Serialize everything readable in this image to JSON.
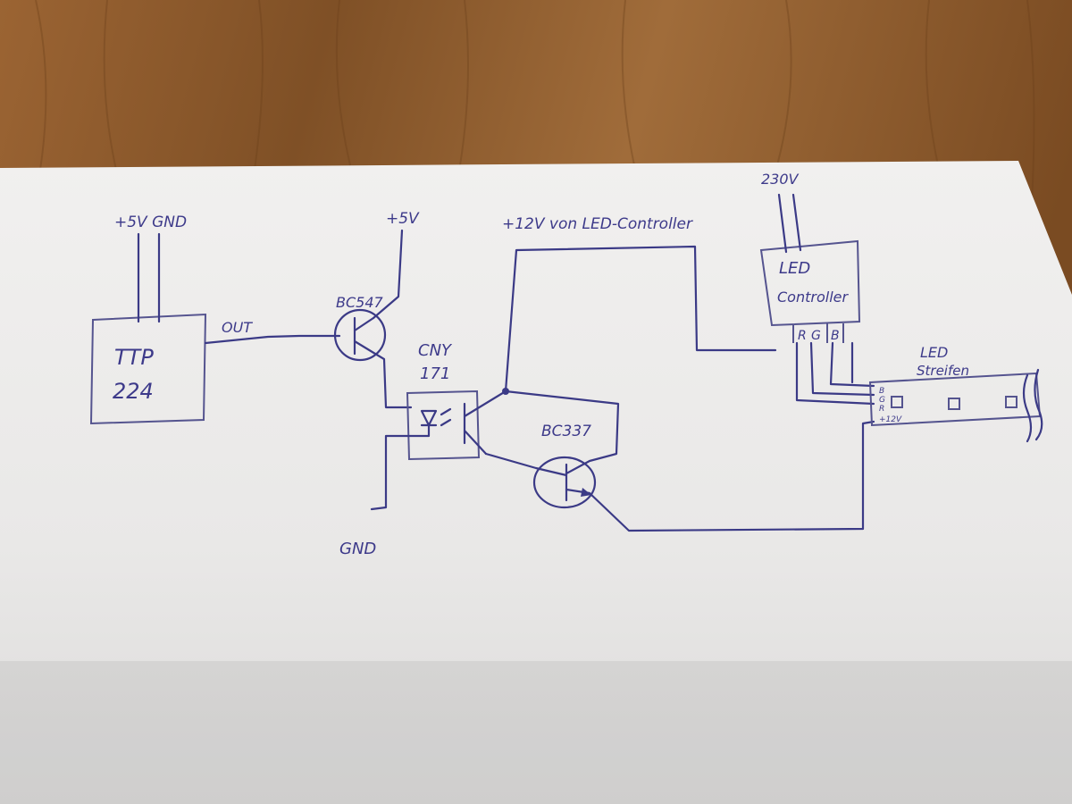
{
  "labels": {
    "ttp_power": "+5V GND",
    "ttp_name_line1": "TTP",
    "ttp_name_line2": "224",
    "out": "OUT",
    "bc547": "BC547",
    "plus5v": "+5V",
    "cny_line1": "CNY",
    "cny_line2": "171",
    "gnd": "GND",
    "plus12v": "+12V von LED-Controller",
    "bc337": "BC337",
    "v230": "230V",
    "led_ctrl_line1": "LED",
    "led_ctrl_line2": "Controller",
    "rgb_r": "R",
    "rgb_g": "G",
    "rgb_b": "B",
    "led_strip_line1": "LED",
    "led_strip_line2": "Streifen",
    "strip_b": "B",
    "strip_g": "G",
    "strip_r": "R",
    "strip_12v": "+12V"
  },
  "colors": {
    "ink": "#3b3a86",
    "paper": "#eceae8",
    "wood": "#8a5a2c"
  }
}
